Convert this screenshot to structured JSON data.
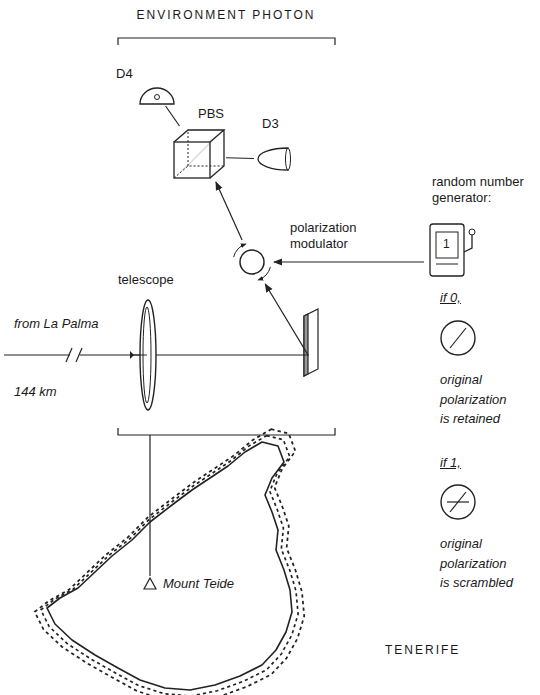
{
  "diagram": {
    "title": "ENVIRONMENT PHOTON",
    "nodes": [
      {
        "text": [
          "D4"
        ]
      },
      {
        "text": [
          "PBS"
        ]
      },
      {
        "text": [
          "D3"
        ]
      },
      {
        "text": [
          "random number generator:"
        ]
      },
      {
        "text": [
          "polarization modulator"
        ]
      },
      {
        "text": [
          "telescope"
        ]
      }
    ],
    "edges": [
      {
        "from": 3,
        "to": 4,
        "arrow": "to"
      },
      {
        "from": 5,
        "to": 4,
        "arrow": "to"
      },
      {
        "from": 4,
        "to": 1,
        "arrow": "to"
      },
      {
        "from": 1,
        "to": 0,
        "arrow": "none"
      },
      {
        "from": 1,
        "to": 2,
        "arrow": "none"
      }
    ],
    "labels": [
      "1",
      "from La Palma",
      "144 km",
      "if 0,",
      "original polarization is retained",
      "if 1,",
      "original polarization is scrambled",
      "Mount Teide",
      "TENERIFE"
    ]
  }
}
